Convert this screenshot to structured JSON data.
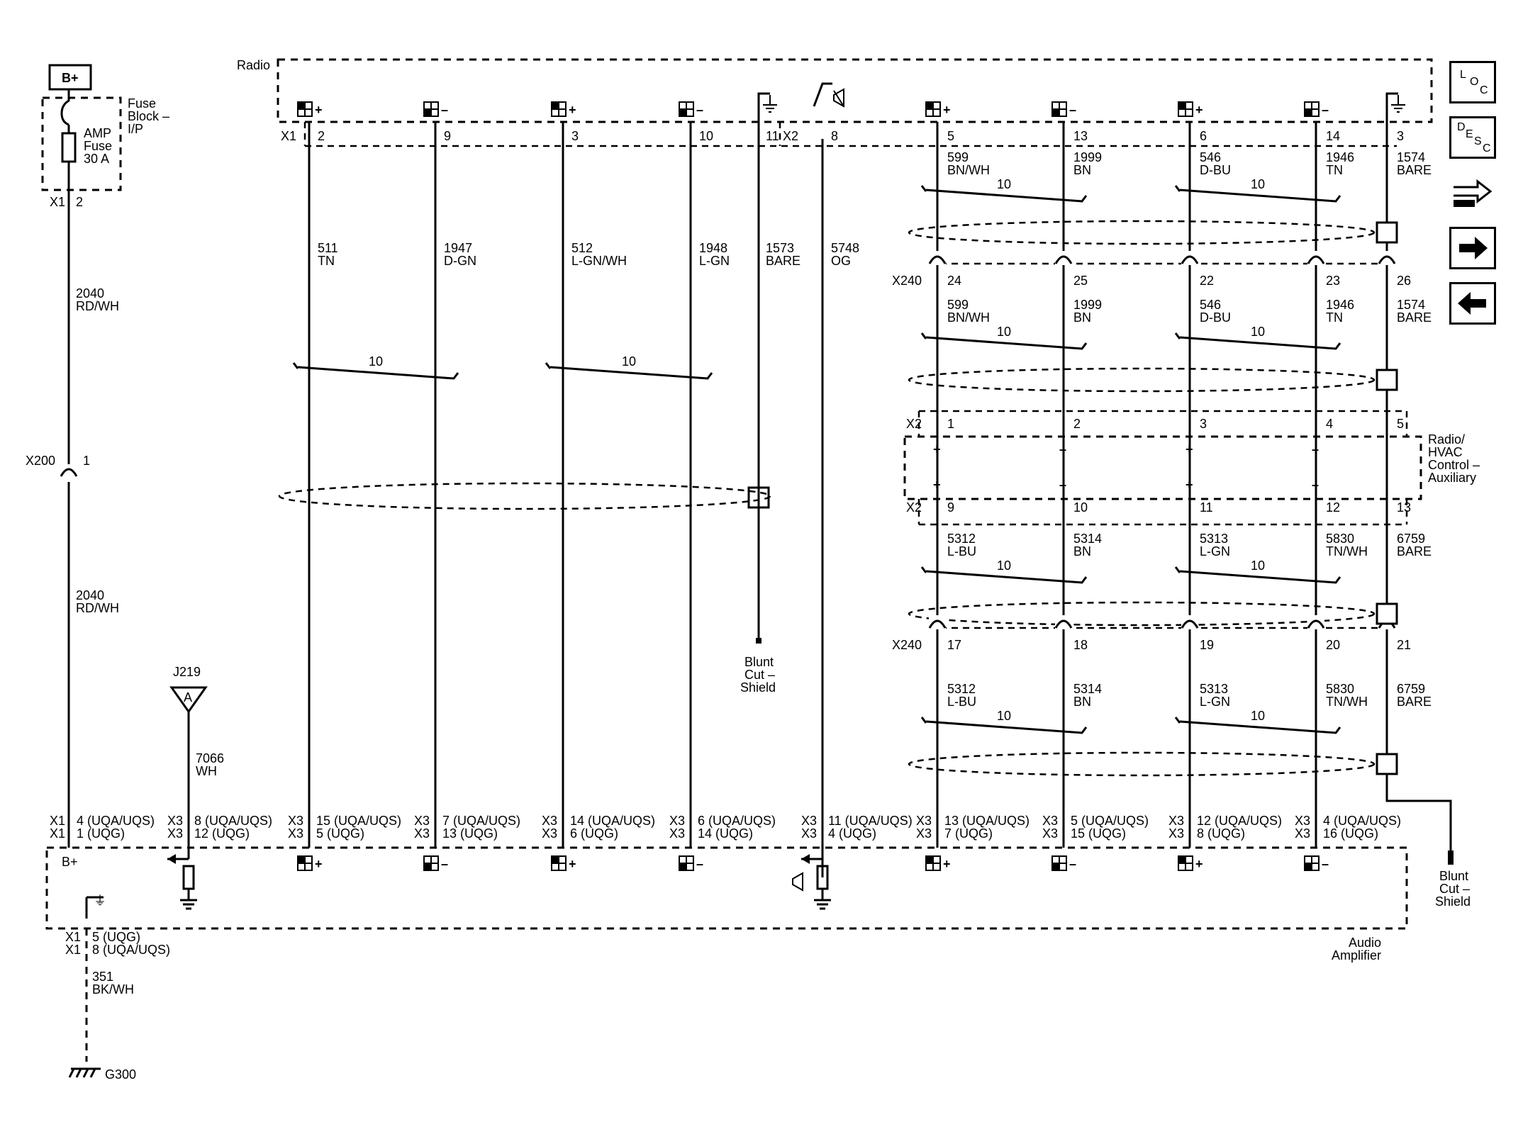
{
  "components": {
    "battery": "B+",
    "fuse_block": "Fuse Block – I/P",
    "fuse": "AMP Fuse 30 A",
    "radio": "Radio",
    "radio_hvac": "Radio/ HVAC Control – Auxiliary",
    "amplifier": "Audio Amplifier",
    "amp_bplus": "B+",
    "splice": "J219",
    "splice_letter": "A",
    "ground": "G300",
    "blunt1": "Blunt Cut – Shield",
    "blunt2": "Blunt Cut – Shield",
    "inline_x200": "X200",
    "inline_x200_pin": "1"
  },
  "fuse_pin": {
    "conn": "X1",
    "pin": "2"
  },
  "power_wires": [
    {
      "circuit": "2040",
      "color": "RD/WH"
    },
    {
      "circuit": "2040",
      "color": "RD/WH"
    }
  ],
  "splice_wire": {
    "circuit": "7066",
    "color": "WH"
  },
  "ground_wire": {
    "circuit": "351",
    "color": "BK/WH"
  },
  "amp_power_pins": {
    "c1": "X1",
    "p1": "4 (UQA/UQS)",
    "c2": "X1",
    "p2": "1 (UQG)"
  },
  "amp_splice_pins": {
    "c1": "X3",
    "p1": "8 (UQA/UQS)",
    "c2": "X3",
    "p2": "12 (UQG)"
  },
  "amp_ground_pins": {
    "c1": "X1",
    "p1": "5 (UQG)",
    "c2": "X1",
    "p2": "8 (UQA/UQS)"
  },
  "twist": "10",
  "left_wires": [
    {
      "radio_conn": "X1",
      "radio_pin": "2",
      "sign": "+",
      "circuit": "511",
      "color": "TN",
      "amp_c1": "X3",
      "amp_p1": "15 (UQA/UQS)",
      "amp_c2": "X3",
      "amp_p2": "5 (UQG)"
    },
    {
      "radio_conn": "",
      "radio_pin": "9",
      "sign": "–",
      "circuit": "1947",
      "color": "D-GN",
      "amp_c1": "X3",
      "amp_p1": "7 (UQA/UQS)",
      "amp_c2": "X3",
      "amp_p2": "13 (UQG)"
    },
    {
      "radio_conn": "",
      "radio_pin": "3",
      "sign": "+",
      "circuit": "512",
      "color": "L-GN/WH",
      "amp_c1": "X3",
      "amp_p1": "14 (UQA/UQS)",
      "amp_c2": "X3",
      "amp_p2": "6 (UQG)"
    },
    {
      "radio_conn": "",
      "radio_pin": "10",
      "sign": "–",
      "circuit": "1948",
      "color": "L-GN",
      "amp_c1": "X3",
      "amp_p1": "6 (UQA/UQS)",
      "amp_c2": "X3",
      "amp_p2": "14 (UQG)"
    }
  ],
  "shield_wire": {
    "radio_pin": "11",
    "circuit": "1573",
    "color": "BARE"
  },
  "og_wire": {
    "radio_conn": "X2",
    "radio_pin": "8",
    "circuit": "5748",
    "color": "OG",
    "amp_c1": "X3",
    "amp_p1": "11 (UQA/UQS)",
    "amp_c2": "X3",
    "amp_p2": "4 (UQG)"
  },
  "right_columns": [
    {
      "sign": "+",
      "pins": [
        "5",
        "24",
        "1",
        "9",
        "17"
      ],
      "amp_c1": "X3",
      "amp_p1": "13 (UQA/UQS)",
      "amp_c2": "X3",
      "amp_p2": "7 (UQG)",
      "wires": [
        {
          "circuit": "599",
          "color": "BN/WH"
        },
        {
          "circuit": "599",
          "color": "BN/WH"
        },
        {
          "circuit": "5312",
          "color": "L-BU"
        },
        {
          "circuit": "5312",
          "color": "L-BU"
        }
      ]
    },
    {
      "sign": "–",
      "pins": [
        "13",
        "25",
        "2",
        "10",
        "18"
      ],
      "amp_c1": "X3",
      "amp_p1": "5 (UQA/UQS)",
      "amp_c2": "X3",
      "amp_p2": "15 (UQG)",
      "wires": [
        {
          "circuit": "1999",
          "color": "BN"
        },
        {
          "circuit": "1999",
          "color": "BN"
        },
        {
          "circuit": "5314",
          "color": "BN"
        },
        {
          "circuit": "5314",
          "color": "BN"
        }
      ]
    },
    {
      "sign": "+",
      "pins": [
        "6",
        "22",
        "3",
        "11",
        "19"
      ],
      "amp_c1": "X3",
      "amp_p1": "12 (UQA/UQS)",
      "amp_c2": "X3",
      "amp_p2": "8 (UQG)",
      "wires": [
        {
          "circuit": "546",
          "color": "D-BU"
        },
        {
          "circuit": "546",
          "color": "D-BU"
        },
        {
          "circuit": "5313",
          "color": "L-GN"
        },
        {
          "circuit": "5313",
          "color": "L-GN"
        }
      ]
    },
    {
      "sign": "–",
      "pins": [
        "14",
        "23",
        "4",
        "12",
        "20"
      ],
      "amp_c1": "X3",
      "amp_p1": "4 (UQA/UQS)",
      "amp_c2": "X3",
      "amp_p2": "16 (UQG)",
      "wires": [
        {
          "circuit": "1946",
          "color": "TN"
        },
        {
          "circuit": "1946",
          "color": "TN"
        },
        {
          "circuit": "5830",
          "color": "TN/WH"
        },
        {
          "circuit": "5830",
          "color": "TN/WH"
        }
      ]
    },
    {
      "sign": "",
      "pins": [
        "3",
        "26",
        "5",
        "13",
        "21"
      ],
      "amp_c1": "",
      "amp_p1": "",
      "amp_c2": "",
      "amp_p2": "",
      "wires": [
        {
          "circuit": "1574",
          "color": "BARE"
        },
        {
          "circuit": "1574",
          "color": "BARE"
        },
        {
          "circuit": "6759",
          "color": "BARE"
        },
        {
          "circuit": "6759",
          "color": "BARE"
        }
      ]
    }
  ],
  "connectors": {
    "x240": "X240",
    "x2": "X2",
    "x1": "X1"
  },
  "nav": {
    "loc": [
      "L",
      "O",
      "C"
    ],
    "desc": [
      "D",
      "E",
      "S",
      "C"
    ],
    "connector_icon": "connector-icon",
    "next_icon": "arrow-right-icon",
    "prev_icon": "arrow-left-icon"
  }
}
